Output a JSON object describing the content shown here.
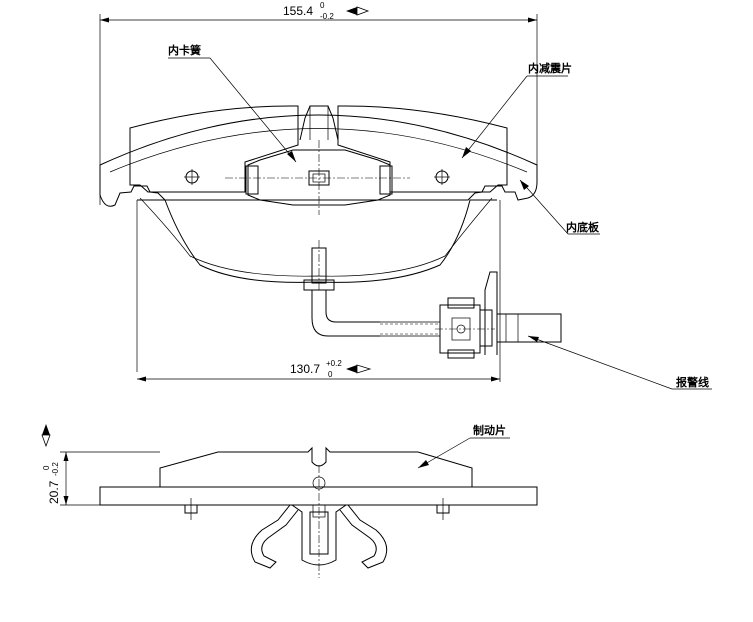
{
  "labels": {
    "inner_clip_spring": "内卡簧",
    "inner_shim": "内减震片",
    "inner_backing_plate": "内底板",
    "wear_sensor_wire": "报警线",
    "brake_lining": "制动片"
  },
  "dimensions": {
    "top_width": {
      "value": "155.4",
      "tol_upper": "0",
      "tol_lower": "-0.2"
    },
    "bottom_width": {
      "value": "130.7",
      "tol_upper": "+0.2",
      "tol_lower": "0"
    },
    "thickness": {
      "value": "20.7",
      "tol_upper": "0",
      "tol_lower": "-0.2"
    }
  }
}
